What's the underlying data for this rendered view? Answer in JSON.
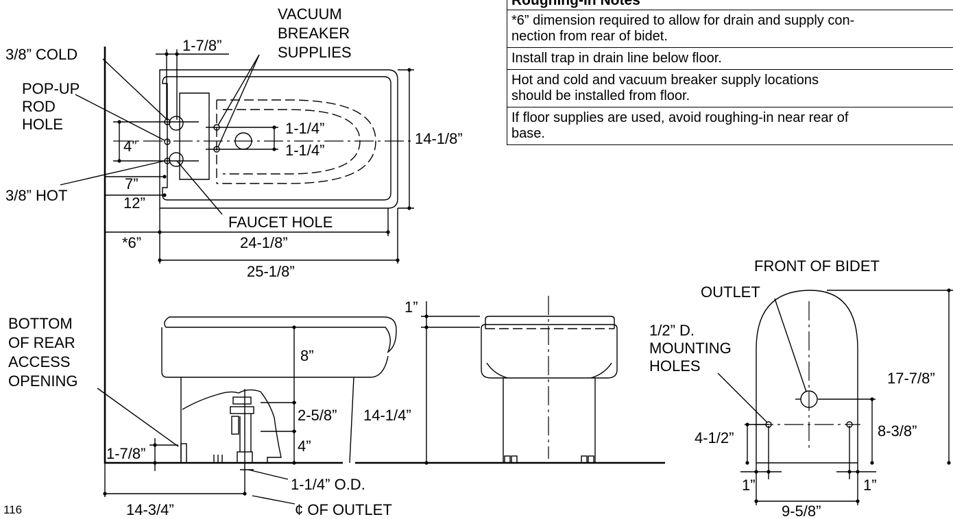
{
  "notes": {
    "title": "Roughing-In Notes",
    "items": [
      "*6” dimension required to allow for drain and supply con-\nnection from rear of bidet.",
      "Install trap in drain line below floor.",
      "Hot and cold and vacuum breaker supply locations\nshould be installed from floor.",
      "If floor supplies are used, avoid roughing-in near rear of\nbase."
    ]
  },
  "plan": {
    "vacuum_breaker": [
      "VACUUM",
      "BREAKER",
      "SUPPLIES"
    ],
    "cold": "3/8” COLD",
    "popup": [
      "POP-UP",
      "ROD",
      "HOLE"
    ],
    "hot": "3/8” HOT",
    "faucet": "FAUCET HOLE",
    "dims": {
      "d_1_7_8_top": "1-7/8”",
      "d_1_1_4_a": "1-1/4”",
      "d_1_1_4_b": "1-1/4”",
      "d_4": "4”",
      "d_7": "7”",
      "d_12": "12”",
      "d_14_1_8": "14-1/8”",
      "d_6": "*6”",
      "d_24_1_8": "24-1/8”",
      "d_25_1_8": "25-1/8”"
    }
  },
  "side": {
    "bottom_label": [
      "BOTTOM",
      "OF REAR",
      "ACCESS",
      "OPENING"
    ],
    "dims": {
      "d_8": "8”",
      "d_2_5_8": "2-5/8”",
      "d_4": "4”",
      "d_14_1_4": "14-1/4”",
      "d_1_7_8": "1-7/8”",
      "d_1": "1”",
      "d_od": "1-1/4” O.D.",
      "d_14_3_4": "14-3/4”",
      "outlet": "¢ OF OUTLET"
    }
  },
  "base": {
    "front": "FRONT OF BIDET",
    "outlet": "OUTLET",
    "mounting": [
      "1/2” D.",
      "MOUNTING",
      "HOLES"
    ],
    "dims": {
      "d_17_7_8": "17-7/8”",
      "d_8_3_8": "8-3/8”",
      "d_4_1_2": "4-1/2”",
      "d_1_left": "1”",
      "d_1_right": "1”",
      "d_9_5_8": "9-5/8”"
    }
  },
  "page_number": "116"
}
